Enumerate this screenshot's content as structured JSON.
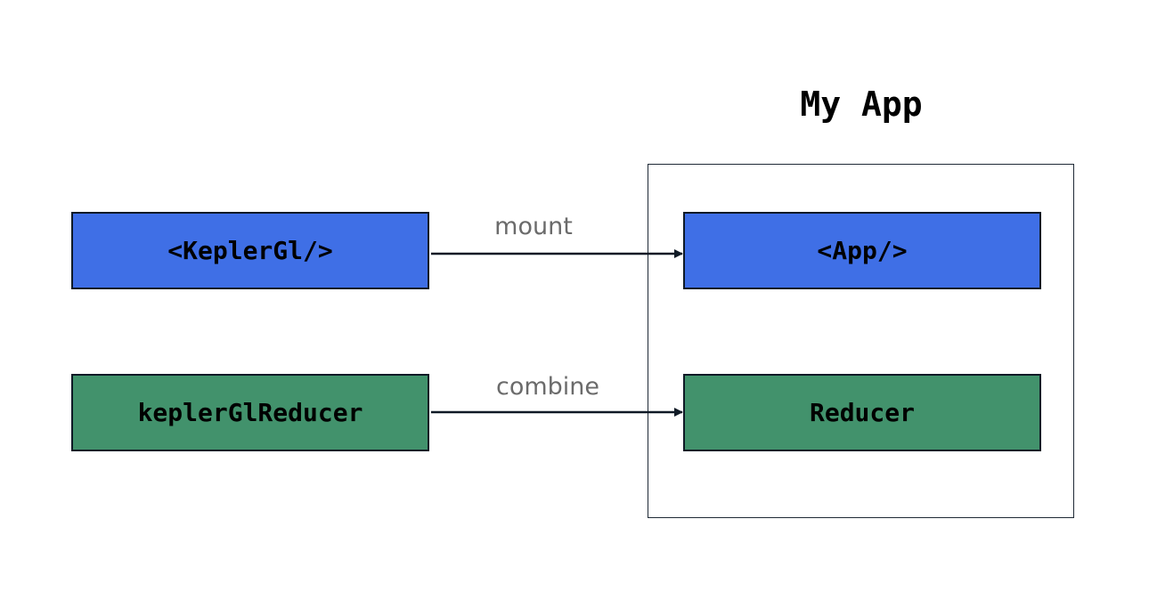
{
  "title": "My App",
  "nodes": {
    "keplergl": {
      "label": "<KeplerGl/>",
      "color": "#3f6fe6"
    },
    "keplergl_reducer": {
      "label": "keplerGlReducer",
      "color": "#42926c"
    },
    "app": {
      "label": "<App/>",
      "color": "#3f6fe6"
    },
    "reducer": {
      "label": "Reducer",
      "color": "#42926c"
    }
  },
  "edges": {
    "mount": {
      "label": "mount",
      "from": "keplergl",
      "to": "app"
    },
    "combine": {
      "label": "combine",
      "from": "keplergl_reducer",
      "to": "reducer"
    }
  },
  "colors": {
    "stroke": "#0f1a26",
    "edge_label": "#6b6b6b"
  }
}
